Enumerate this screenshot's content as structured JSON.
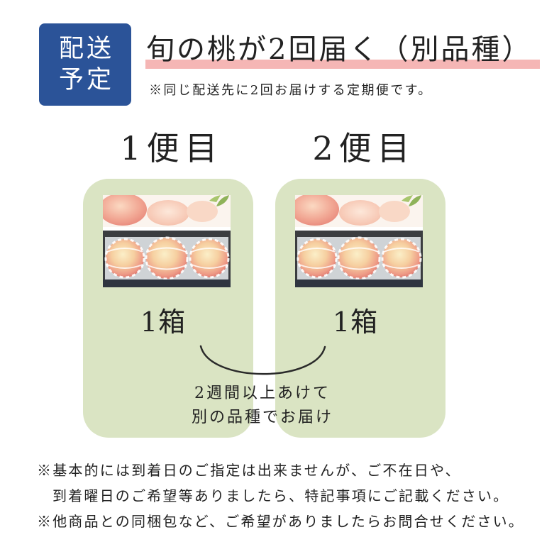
{
  "badge": {
    "line1": "配送",
    "line2": "予定"
  },
  "header": {
    "title": "旬の桃が2回届く（別品種）",
    "note": "※同じ配送先に2回お届けする定期便です。"
  },
  "shipments": [
    {
      "label": "1便目",
      "quantity": "1箱",
      "photo": "peach-box-photo"
    },
    {
      "label": "2便目",
      "quantity": "1箱",
      "photo": "peach-box-photo"
    }
  ],
  "interval_note": {
    "line1": "2週間以上あけて",
    "line2": "別の品種でお届け"
  },
  "notes": [
    "※基本的には到着日のご指定は出来ませんが、ご不在日や、",
    "到着曜日のご希望等ありましたら、特記事項にご記載ください。",
    "※他商品との同梱包など、ご希望がありましたらお問合せください。"
  ],
  "colors": {
    "badge": "#2b5398",
    "underline": "#f5b6b5",
    "card": "#dae4c3",
    "ink": "#222222"
  }
}
